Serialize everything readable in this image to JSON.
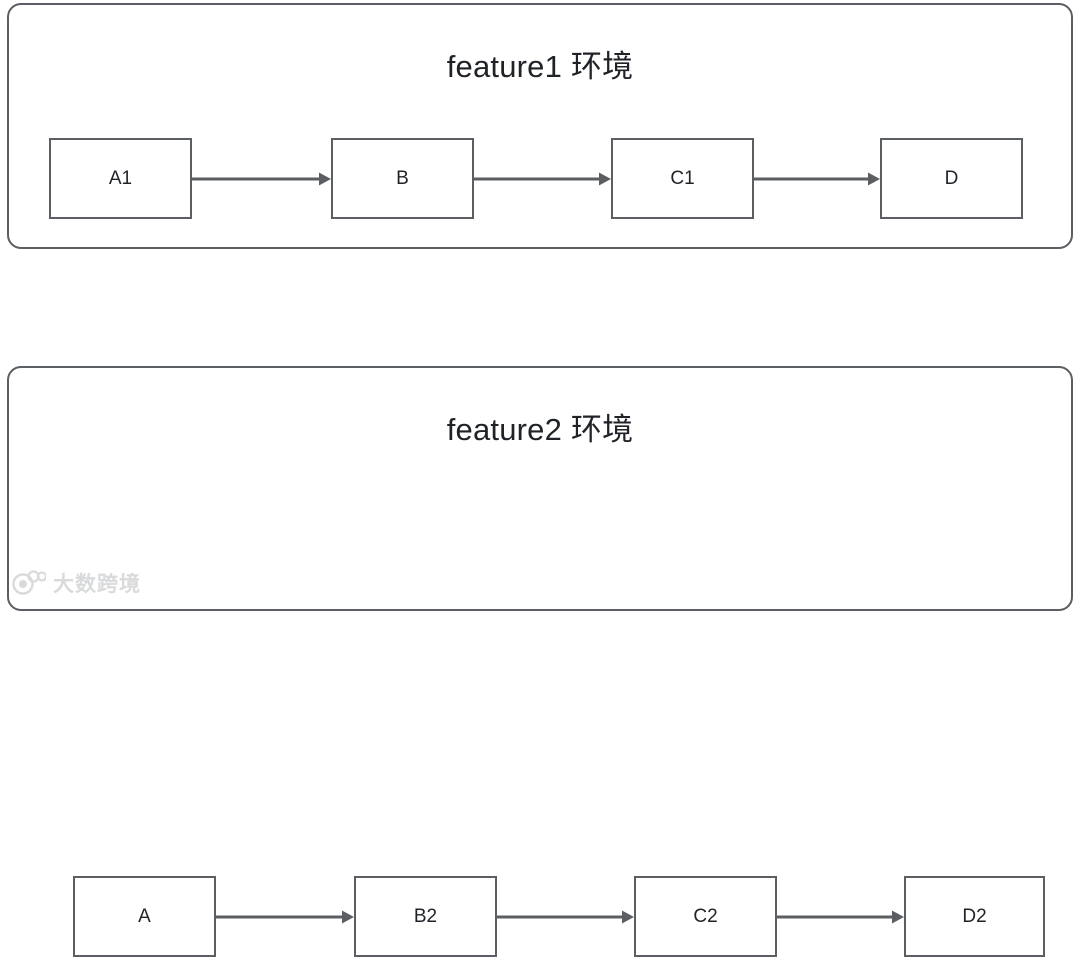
{
  "diagram": {
    "title": "feature1 环境 / feature2 环境 pipeline comparison",
    "colors": {
      "stroke": "#5b5f63",
      "text": "#1f2328",
      "arrow": "#5b5f63",
      "background": "#ffffff",
      "watermark": "#b9bcc0"
    },
    "groups": [
      {
        "id": "feature1",
        "title": "feature1 环境",
        "nodes": [
          {
            "id": "a1",
            "label": "A1"
          },
          {
            "id": "b",
            "label": "B"
          },
          {
            "id": "c1",
            "label": "C1"
          },
          {
            "id": "d",
            "label": "D"
          }
        ],
        "edges": [
          {
            "from": "A1",
            "to": "B"
          },
          {
            "from": "B",
            "to": "C1"
          },
          {
            "from": "C1",
            "to": "D"
          }
        ]
      },
      {
        "id": "feature2",
        "title": "feature2 环境",
        "nodes": [
          {
            "id": "a2",
            "label": "A"
          },
          {
            "id": "b2",
            "label": "B2"
          },
          {
            "id": "c2",
            "label": "C2"
          },
          {
            "id": "d2",
            "label": "D2"
          }
        ],
        "edges": [
          {
            "from": "A",
            "to": "B2"
          },
          {
            "from": "B2",
            "to": "C2"
          },
          {
            "from": "C2",
            "to": "D2"
          }
        ]
      }
    ]
  },
  "watermark": {
    "text": "大数跨境",
    "logo_icon": "panda-logo-icon"
  }
}
